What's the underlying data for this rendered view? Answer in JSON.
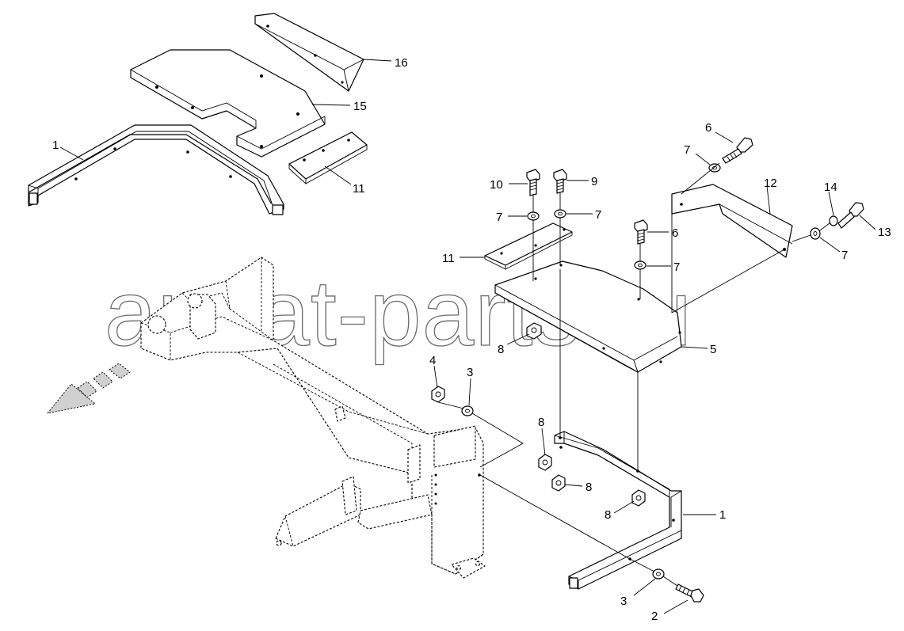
{
  "watermark": {
    "text": "ansat-parts.ru"
  },
  "callouts": {
    "c1_top": "1",
    "c15": "15",
    "c16": "16",
    "c11_top": "11",
    "c6_right": "6",
    "c7_right": "7",
    "c12": "12",
    "c14": "14",
    "c13": "13",
    "c7_far_right": "7",
    "c10": "10",
    "c9": "9",
    "c7_left": "7",
    "c7_mid": "7",
    "c6_mid": "6",
    "c7_mid2": "7",
    "c11_mid": "11",
    "c8_upper": "8",
    "c5": "5",
    "c4": "4",
    "c3_upper": "3",
    "c8_lower_left": "8",
    "c8_lower_mid": "8",
    "c8_lower_right": "8",
    "c1_bottom": "1",
    "c3_bottom": "3",
    "c2": "2"
  },
  "colors": {
    "line": "#000000",
    "watermark_stroke": "#6a6a6a",
    "shade": "#d0d0d0"
  }
}
